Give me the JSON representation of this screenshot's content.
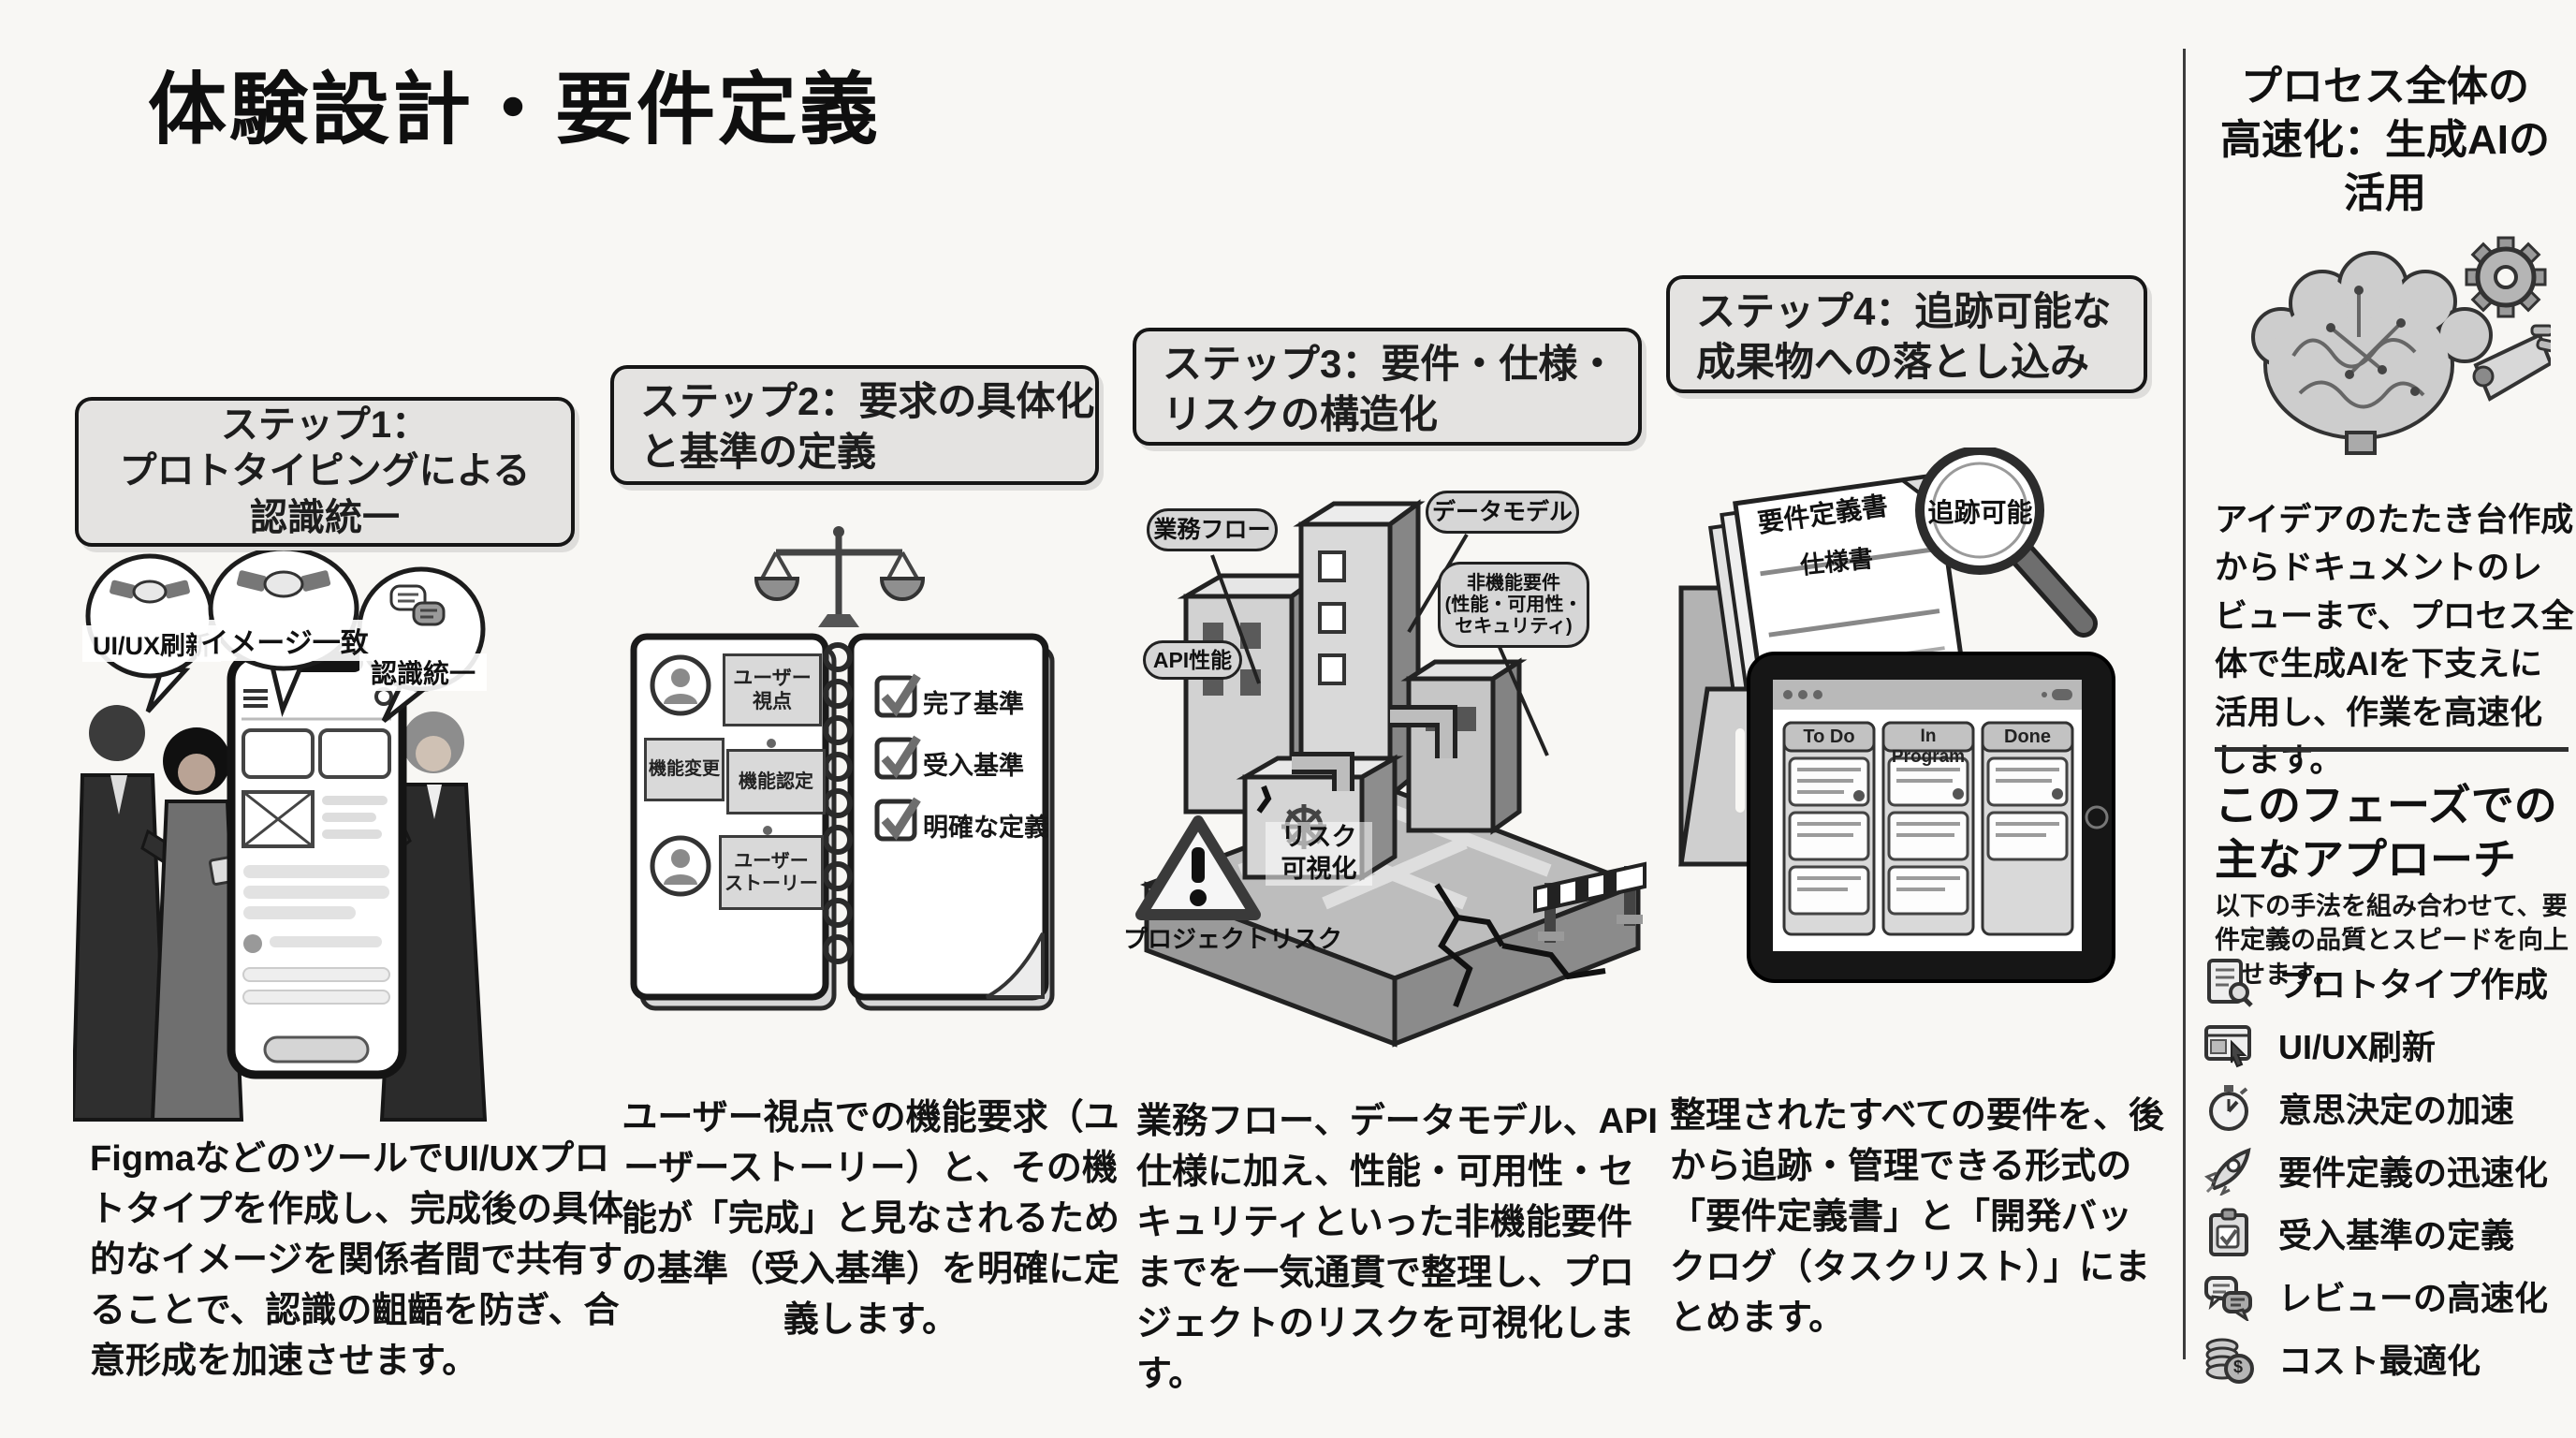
{
  "title": "体験設計・要件定義",
  "steps": [
    {
      "title": "ステップ1：\nプロトタイピングによる\n認識統一",
      "bubbles": [
        "UI/UX刷新",
        "イメージ一致",
        "認識統一"
      ],
      "body": "FigmaなどのツールでUI/UXプロトタイプを作成し、完成後の具体的なイメージを関係者間で共有することで、認識の齟齬を防ぎ、合意形成を加速させます。"
    },
    {
      "title": "ステップ2：要求の具体化\nと基準の定義",
      "stickies": [
        "ユーザー\n視点",
        "機能変更",
        "機能認定",
        "ユーザー\nストーリー"
      ],
      "checklist": [
        "完了基準",
        "受入基準",
        "明確な定義"
      ],
      "body": "ユーザー視点での機能要求（ユーザーストーリー）と、その機能が「完成」と見なされるための基準（受入基準）を明確に定義します。"
    },
    {
      "title": "ステップ3：要件・仕様・\nリスクの構造化",
      "callouts": {
        "business_flow": "業務フロー",
        "data_model": "データモデル",
        "nonfunctional": "非機能要件\n(性能・可用性・\nセキュリティ)",
        "api_performance": "API性能",
        "risk_visualization": "リスク\n可視化",
        "project_risk": "プロジェクトリスク"
      },
      "body": "業務フロー、データモデル、API仕様に加え、性能・可用性・セキュリティといった非機能要件までを一気通貫で整理し、プロジェクトのリスクを可視化します。"
    },
    {
      "title": "ステップ4：追跡可能な\n成果物への落とし込み",
      "documents": [
        "要件定義書",
        "仕様書"
      ],
      "magnifier_label": "追跡可能",
      "kanban": [
        "To Do",
        "In Program",
        "Done"
      ],
      "body": "整理されたすべての要件を、後から追跡・管理できる形式の「要件定義書」と「開発バックログ（タスクリスト）」にまとめます。"
    }
  ],
  "sidebar": {
    "title": "プロセス全体の\n高速化：生成AIの\n活用",
    "description": "アイデアのたたき台作成からドキュメントのレビューまで、プロセス全体で生成AIを下支えに活用し、作業を高速化します。",
    "approach_title": "このフェーズでの\n主なアプローチ",
    "approach_subtitle": "以下の手法を組み合わせて、要件定義の品質とスピードを向上させます。",
    "approach_items": [
      {
        "icon": "prototype-doc-icon",
        "label": "プロトタイプ作成"
      },
      {
        "icon": "browser-cursor-icon",
        "label": "UI/UX刷新"
      },
      {
        "icon": "stopwatch-icon",
        "label": "意思決定の加速"
      },
      {
        "icon": "rocket-icon",
        "label": "要件定義の迅速化"
      },
      {
        "icon": "clipboard-check-icon",
        "label": "受入基準の定義"
      },
      {
        "icon": "chat-bubbles-icon",
        "label": "レビューの高速化"
      },
      {
        "icon": "coins-icon",
        "label": "コスト最適化"
      }
    ],
    "dollar_sign": "$"
  }
}
